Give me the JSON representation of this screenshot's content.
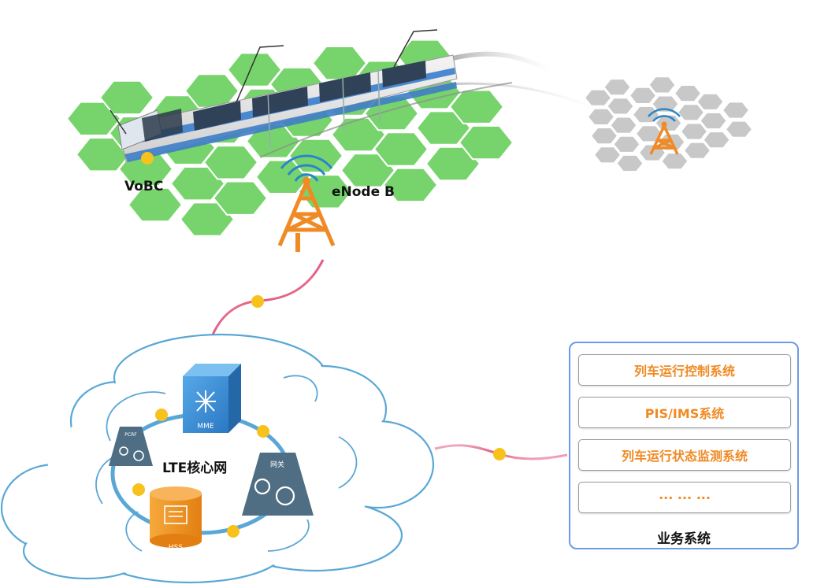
{
  "labels": {
    "vobc": "VoBC",
    "enodeb": "eNode B",
    "core": "LTE核心网",
    "mme": "MME",
    "hss": "HSS",
    "pcrf": "PCRF",
    "gateway": "网关"
  },
  "business_panel": {
    "title": "业务系统",
    "items": [
      "列车运行控制系统",
      "PIS/IMS系统",
      "列车运行状态监测系统",
      "··· ··· ···"
    ]
  },
  "colors": {
    "hex_green": "#77d46c",
    "hex_gray": "#c8c8c8",
    "tower_orange": "#f08a24",
    "signal_blue": "#2a86c9",
    "node_dot": "#f7c21b",
    "link_pink": "#e35a7e",
    "cloud_outline": "#5aa7d6",
    "panel_border": "#6b9be6",
    "item_text": "#f08a24",
    "core_icon": "#4f6e84",
    "mme_blue": "#3a8fd6",
    "hss_orange": "#f39a28"
  }
}
